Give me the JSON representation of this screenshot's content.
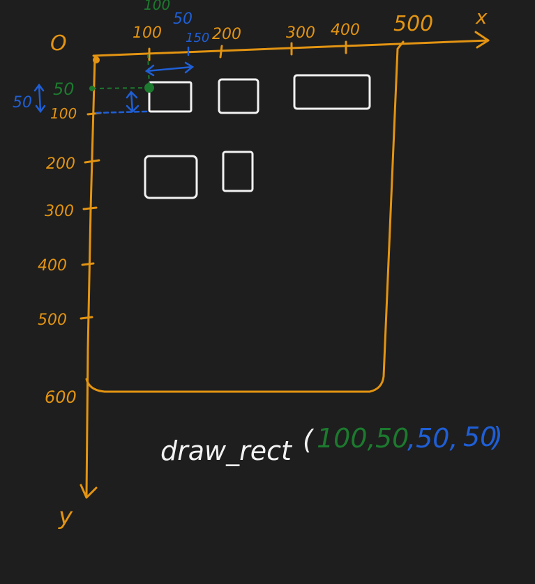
{
  "colors": {
    "background": "#1e1e1e",
    "axis": "#e39412",
    "rect": "#f2f2f2",
    "position": "#1c7a2e",
    "size": "#1f5fd6"
  },
  "axes": {
    "origin_label": "O",
    "x_label": "x",
    "y_label": "y",
    "x_ticks": [
      "100",
      "200",
      "300",
      "400",
      "500"
    ],
    "y_ticks": [
      "100",
      "200",
      "300",
      "400",
      "500",
      "600"
    ]
  },
  "annotations": {
    "x_position": "100",
    "width_value": "50",
    "x_end": "150",
    "y_position": "50",
    "height_value": "50"
  },
  "code": {
    "function": "draw_rect",
    "open_paren": "(",
    "arg_x": "100,",
    "arg_y": "50",
    "arg_w": ",50,",
    "arg_h": "50",
    "close_paren": ")"
  }
}
